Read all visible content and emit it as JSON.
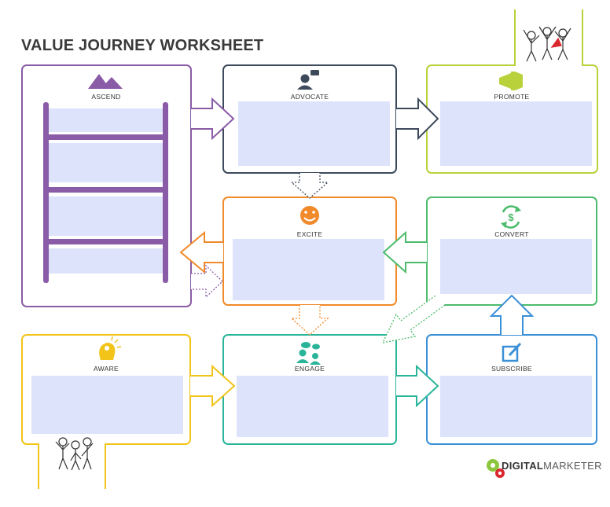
{
  "title": "VALUE JOURNEY WORKSHEET",
  "stages": {
    "ascend": "ASCEND",
    "advocate": "ADVOCATE",
    "promote": "PROMOTE",
    "excite": "EXCITE",
    "convert": "CONVERT",
    "aware": "AWARE",
    "engage": "ENGAGE",
    "subscribe": "SUBSCRIBE"
  },
  "brand": {
    "bold": "DIGITAL",
    "rest": "MARKETER"
  },
  "colors": {
    "ascend": "#8a5ba6",
    "advocate": "#3d4a5c",
    "promote": "#b9d13b",
    "excite": "#f08a2a",
    "convert": "#4cbb6b",
    "aware": "#f2c419",
    "engage": "#2ab59a",
    "subscribe": "#3a8fd6",
    "field": "#dce3fb",
    "brand_gear_green": "#8cc63f",
    "brand_gear_red": "#d9272e"
  }
}
